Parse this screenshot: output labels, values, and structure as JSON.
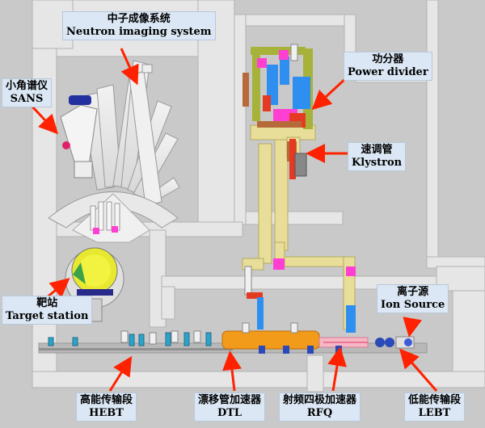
{
  "labels": {
    "neutron": {
      "zh": "中子成像系统",
      "en": "Neutron imaging system"
    },
    "sans": {
      "zh": "小角谱仪",
      "en": "SANS"
    },
    "power": {
      "zh": "功分器",
      "en": "Power divider"
    },
    "klystron": {
      "zh": "速调管",
      "en": "Klystron"
    },
    "target": {
      "zh": "靶站",
      "en": "Target station"
    },
    "ion": {
      "zh": "离子源",
      "en": "Ion Source"
    },
    "hebt": {
      "zh": "高能传输段",
      "en": "HEBT"
    },
    "dtl": {
      "zh": "漂移管加速器",
      "en": "DTL"
    },
    "rfq": {
      "zh": "射频四极加速器",
      "en": "RFQ"
    },
    "lebt": {
      "zh": "低能传输段",
      "en": "LEBT"
    }
  },
  "colors": {
    "floor": "#c9c9c9",
    "wall": "#e6e6e6",
    "waveguide": "#e8de9a",
    "magenta": "#ff3fd2",
    "blue": "#2f8ff0",
    "red": "#e53a22",
    "orange": "#f29a1a",
    "olive": "#a7b23a",
    "brown": "#b66a3a",
    "arrow": "#ff2200",
    "label_bg": "#dbe7f4"
  }
}
